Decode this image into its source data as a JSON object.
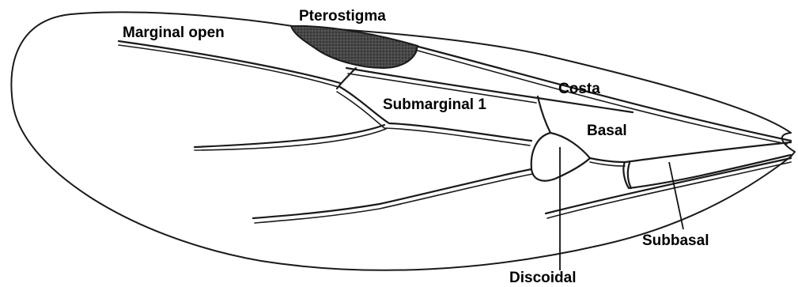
{
  "labels": {
    "pterostigma": "Pterostigma",
    "marginal_open": "Marginal open",
    "costa": "Costa",
    "submarginal_1": "Submarginal 1",
    "basal": "Basal",
    "subbasal": "Subbasal",
    "discoidal": "Discoidal"
  },
  "colors": {
    "ink": "#1a1a1a",
    "pterostigma_fill": "#3a3a3a",
    "background": "#ffffff"
  }
}
